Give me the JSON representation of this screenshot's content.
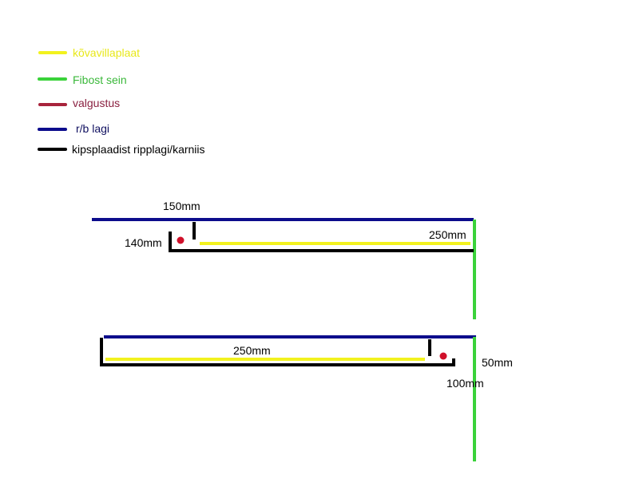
{
  "legend": [
    {
      "label": "kõvavillaplaat",
      "color": "#f2f21e"
    },
    {
      "label": "Fibost sein",
      "color": "#3ad23a"
    },
    {
      "label": "valgustus",
      "color": "#a8243c"
    },
    {
      "label": "r/b lagi",
      "color": "#0c0c8c"
    },
    {
      "label": "kipsplaadist ripplagi/karniis",
      "color": "#000000"
    }
  ],
  "detail_top": {
    "dim_width": "150mm",
    "dim_height": "140mm",
    "dim_depth": "250mm"
  },
  "detail_bottom": {
    "dim_depth": "250mm",
    "dim_height": "50mm",
    "dim_width": "100mm"
  },
  "colors": {
    "light_dot": "#d0102a"
  }
}
